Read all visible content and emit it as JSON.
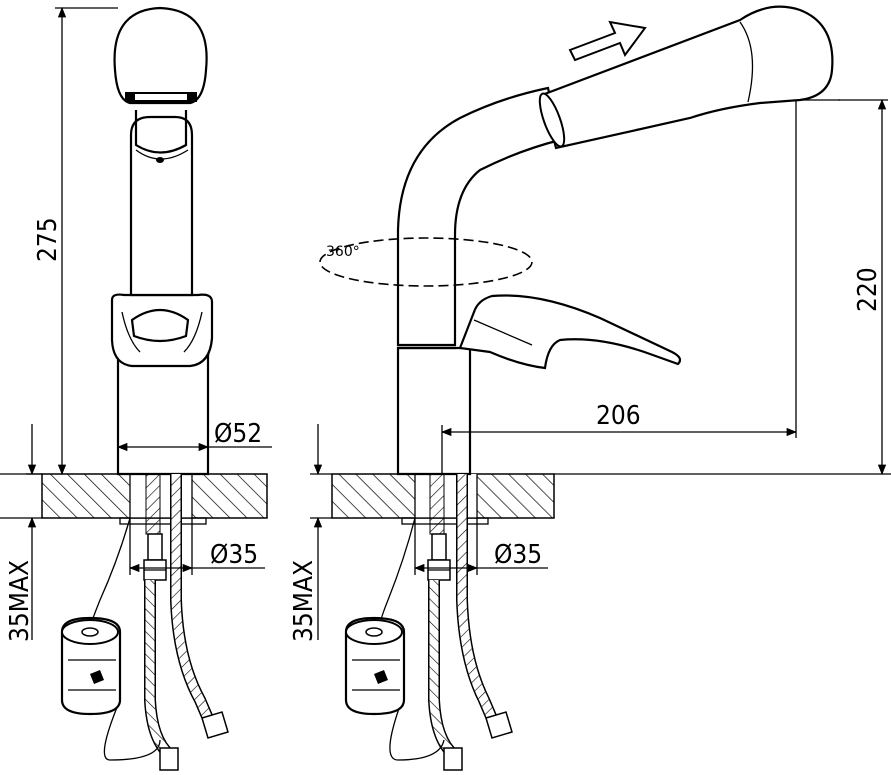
{
  "dimensions": {
    "height_total": "275",
    "height_spout": "220",
    "reach": "206",
    "base_diameter": "Ø52",
    "hole_diameter": "Ø35",
    "max_thickness_left": "35MAX",
    "max_thickness_right": "35MAX",
    "rotation": "360°"
  }
}
